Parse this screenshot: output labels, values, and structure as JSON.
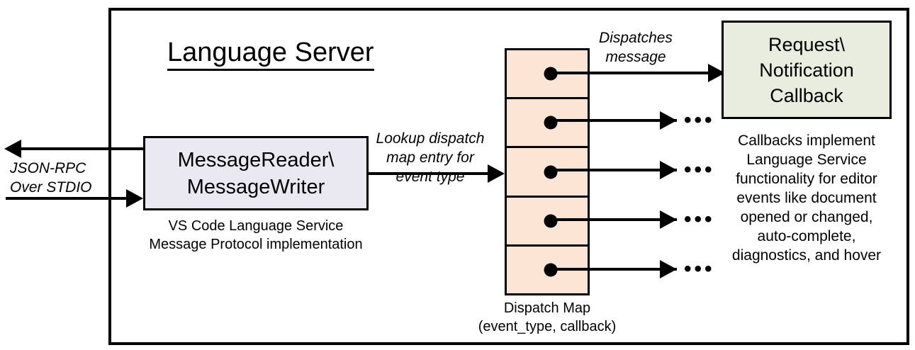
{
  "diagram": {
    "title": "Language Server",
    "frame_label": "language-server-boundary"
  },
  "external_io": {
    "label": "JSON-RPC\nOver STDIO",
    "outbound_arrow": "arrow-left",
    "inbound_arrow": "arrow-right"
  },
  "reader_writer": {
    "box_text": "MessageReader\\\nMessageWriter",
    "caption": "VS Code Language Service\nMessage Protocol implementation",
    "fill": "#eae8f1"
  },
  "lookup_edge": {
    "label": "Lookup dispatch\nmap entry for\nevent type"
  },
  "dispatch_map": {
    "caption": "Dispatch Map\n(event_type, callback)",
    "fill": "#fce5d5",
    "row_count": 5,
    "rows": [
      {
        "index": 1,
        "marker": "callback-dot",
        "target": "callback-box"
      },
      {
        "index": 2,
        "marker": "callback-dot",
        "target": "ellipsis"
      },
      {
        "index": 3,
        "marker": "callback-dot",
        "target": "ellipsis"
      },
      {
        "index": 4,
        "marker": "callback-dot",
        "target": "ellipsis"
      },
      {
        "index": 5,
        "marker": "callback-dot",
        "target": "ellipsis"
      }
    ],
    "ellipsis": "•••"
  },
  "dispatch_edge": {
    "label": "Dispatches\nmessage"
  },
  "callback": {
    "box_text": "Request\\\nNotification\nCallback",
    "caption": "Callbacks implement\nLanguage Service\nfunctionality for editor\nevents like document\nopened or changed,\nauto-complete,\ndiagnostics, and hover",
    "fill": "#e8eddf"
  },
  "colors": {
    "stroke": "#000000",
    "background": "#ffffff",
    "reader_fill": "#eae8f1",
    "map_fill": "#fce5d5",
    "callback_fill": "#e8eddf"
  }
}
